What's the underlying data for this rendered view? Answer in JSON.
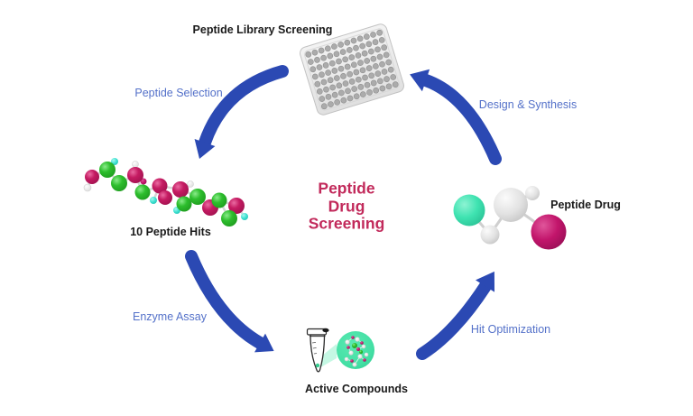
{
  "title": {
    "text": "Peptide\nDrug\nScreening",
    "color": "#C22A5B"
  },
  "stages": [
    {
      "label": "Peptide Library Screening",
      "icon": "microplate-96-well-icon"
    },
    {
      "label": "10 Peptide Hits",
      "icon": "peptide-chain-molecule-icon"
    },
    {
      "label": "Active Compounds",
      "icon": "eppendorf-tube-compounds-icon"
    },
    {
      "label": "Peptide Drug",
      "icon": "drug-molecule-icon"
    }
  ],
  "arrows": [
    {
      "label": "Peptide Selection",
      "from": "Peptide Library Screening",
      "to": "10 Peptide Hits"
    },
    {
      "label": "Enzyme Assay",
      "from": "10 Peptide Hits",
      "to": "Active Compounds"
    },
    {
      "label": "Hit Optimization",
      "from": "Active Compounds",
      "to": "Peptide Drug"
    },
    {
      "label": "Design & Synthesis",
      "from": "Peptide Drug",
      "to": "Peptide Library Screening"
    }
  ],
  "microplate": {
    "rows": 8,
    "cols": 12
  },
  "colors": {
    "background": "#FFFFFF",
    "arrow_blue": "#2B49B3",
    "arrow_label_blue": "#5471C9",
    "title_crimson": "#C22A5B",
    "stage_label_black": "#1A1A1A",
    "sphere_green": "#2DBE2D",
    "sphere_pink": "#C51B62",
    "sphere_cyan": "#3BE0D0",
    "sphere_turquoise": "#3FE3B1",
    "sphere_magenta": "#C2156B",
    "sphere_gray": "#DDDDDD",
    "compound_circle_teal": "#43DFA4",
    "plate_body_gray": "#EDEDED",
    "plate_well_gray": "#ABABAB"
  }
}
